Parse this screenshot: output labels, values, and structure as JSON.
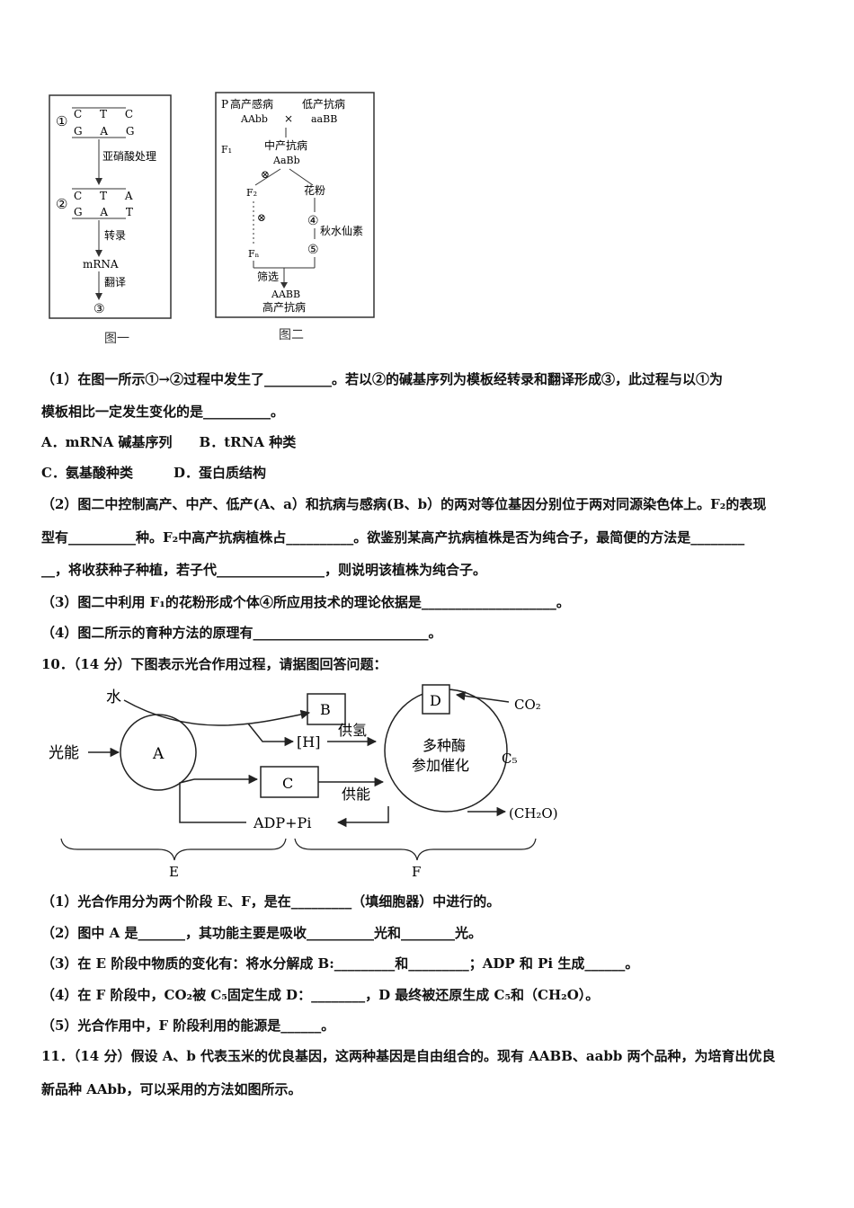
{
  "fig1": {
    "rows1": [
      "C T C",
      "G A G"
    ],
    "label1": "①",
    "step1": "亚硝酸处理",
    "rows2": [
      "C T A",
      "G A T"
    ],
    "label2": "②",
    "step2": "转录",
    "mrna": "mRNA",
    "step3": "翻译",
    "label3": "③",
    "caption": "图一"
  },
  "fig2": {
    "p_label": "P",
    "p1_name": "高产感病",
    "p2_name": "低产抗病",
    "p1_geno": "AAbb",
    "cross": "×",
    "p2_geno": "aaBB",
    "f1_label": "F₁",
    "f1_name": "中产抗病",
    "f1_geno": "AaBb",
    "self1": "⊗",
    "f2_label": "F₂",
    "pollen": "花粉",
    "self2": "⊗",
    "label4": "④",
    "colchicine": "秋水仙素",
    "fn_label": "Fₙ",
    "label5": "⑤",
    "select": "筛选",
    "result_geno": "AABB",
    "result_name": "高产抗病",
    "caption": "图二"
  },
  "q9": {
    "l1": "（1）在图一所示①→②过程中发生了__________。若以②的碱基序列为模板经转录和翻译形成③，此过程与以①为",
    "l2": "模板相比一定发生变化的是__________。",
    "optA": "A．mRNA 碱基序列　　B．tRNA 种类",
    "optC": "C．氨基酸种类　　　D．蛋白质结构",
    "l3": "（2）图二中控制高产、中产、低产(A、a）和抗病与感病(B、b）的两对等位基因分别位于两对同源染色体上。F₂的表现",
    "l4": "型有__________种。F₂中高产抗病植株占__________。欲鉴别某高产抗病植株是否为纯合子，最简便的方法是________",
    "l5": "__，将收获种子种植，若子代________________，则说明该植株为纯合子。",
    "l6": "（3）图二中利用 F₁的花粉形成个体④所应用技术的理论依据是____________________。",
    "l7": "（4）图二所示的育种方法的原理有__________________________。"
  },
  "q10": {
    "title": "10．（14 分）下图表示光合作用过程，请据图回答问题：",
    "diagram": {
      "water": "水",
      "light": "光能",
      "A": "A",
      "B": "B",
      "H": "[H]",
      "hydrogen": "供氢",
      "C": "C",
      "energy": "供能",
      "adp": "ADP+Pi",
      "D": "D",
      "co2": "CO₂",
      "enzyme1": "多种酶",
      "enzyme2": "参加催化",
      "c5": "C₅",
      "ch2o": "(CH₂O)",
      "E": "E",
      "F": "F"
    },
    "l1": "（1）光合作用分为两个阶段 E、F，是在_________（填细胞器）中进行的。",
    "l2": "（2）图中 A 是_______，其功能主要是吸收__________光和________光。",
    "l3": "（3）在 E 阶段中物质的变化有：将水分解成 B:_________和_________；ADP 和 Pi 生成______。",
    "l4": "（4）在 F 阶段中，CO₂被 C₅固定生成 D：________，D 最终被还原生成 C₅和（CH₂O）。",
    "l5": "（5）光合作用中，F 阶段利用的能源是______。"
  },
  "q11": {
    "l1": "11．（14 分）假设 A、b 代表玉米的优良基因，这两种基因是自由组合的。现有 AABB、aabb 两个品种，为培育出优良",
    "l2": "新品种 AAbb，可以采用的方法如图所示。"
  }
}
